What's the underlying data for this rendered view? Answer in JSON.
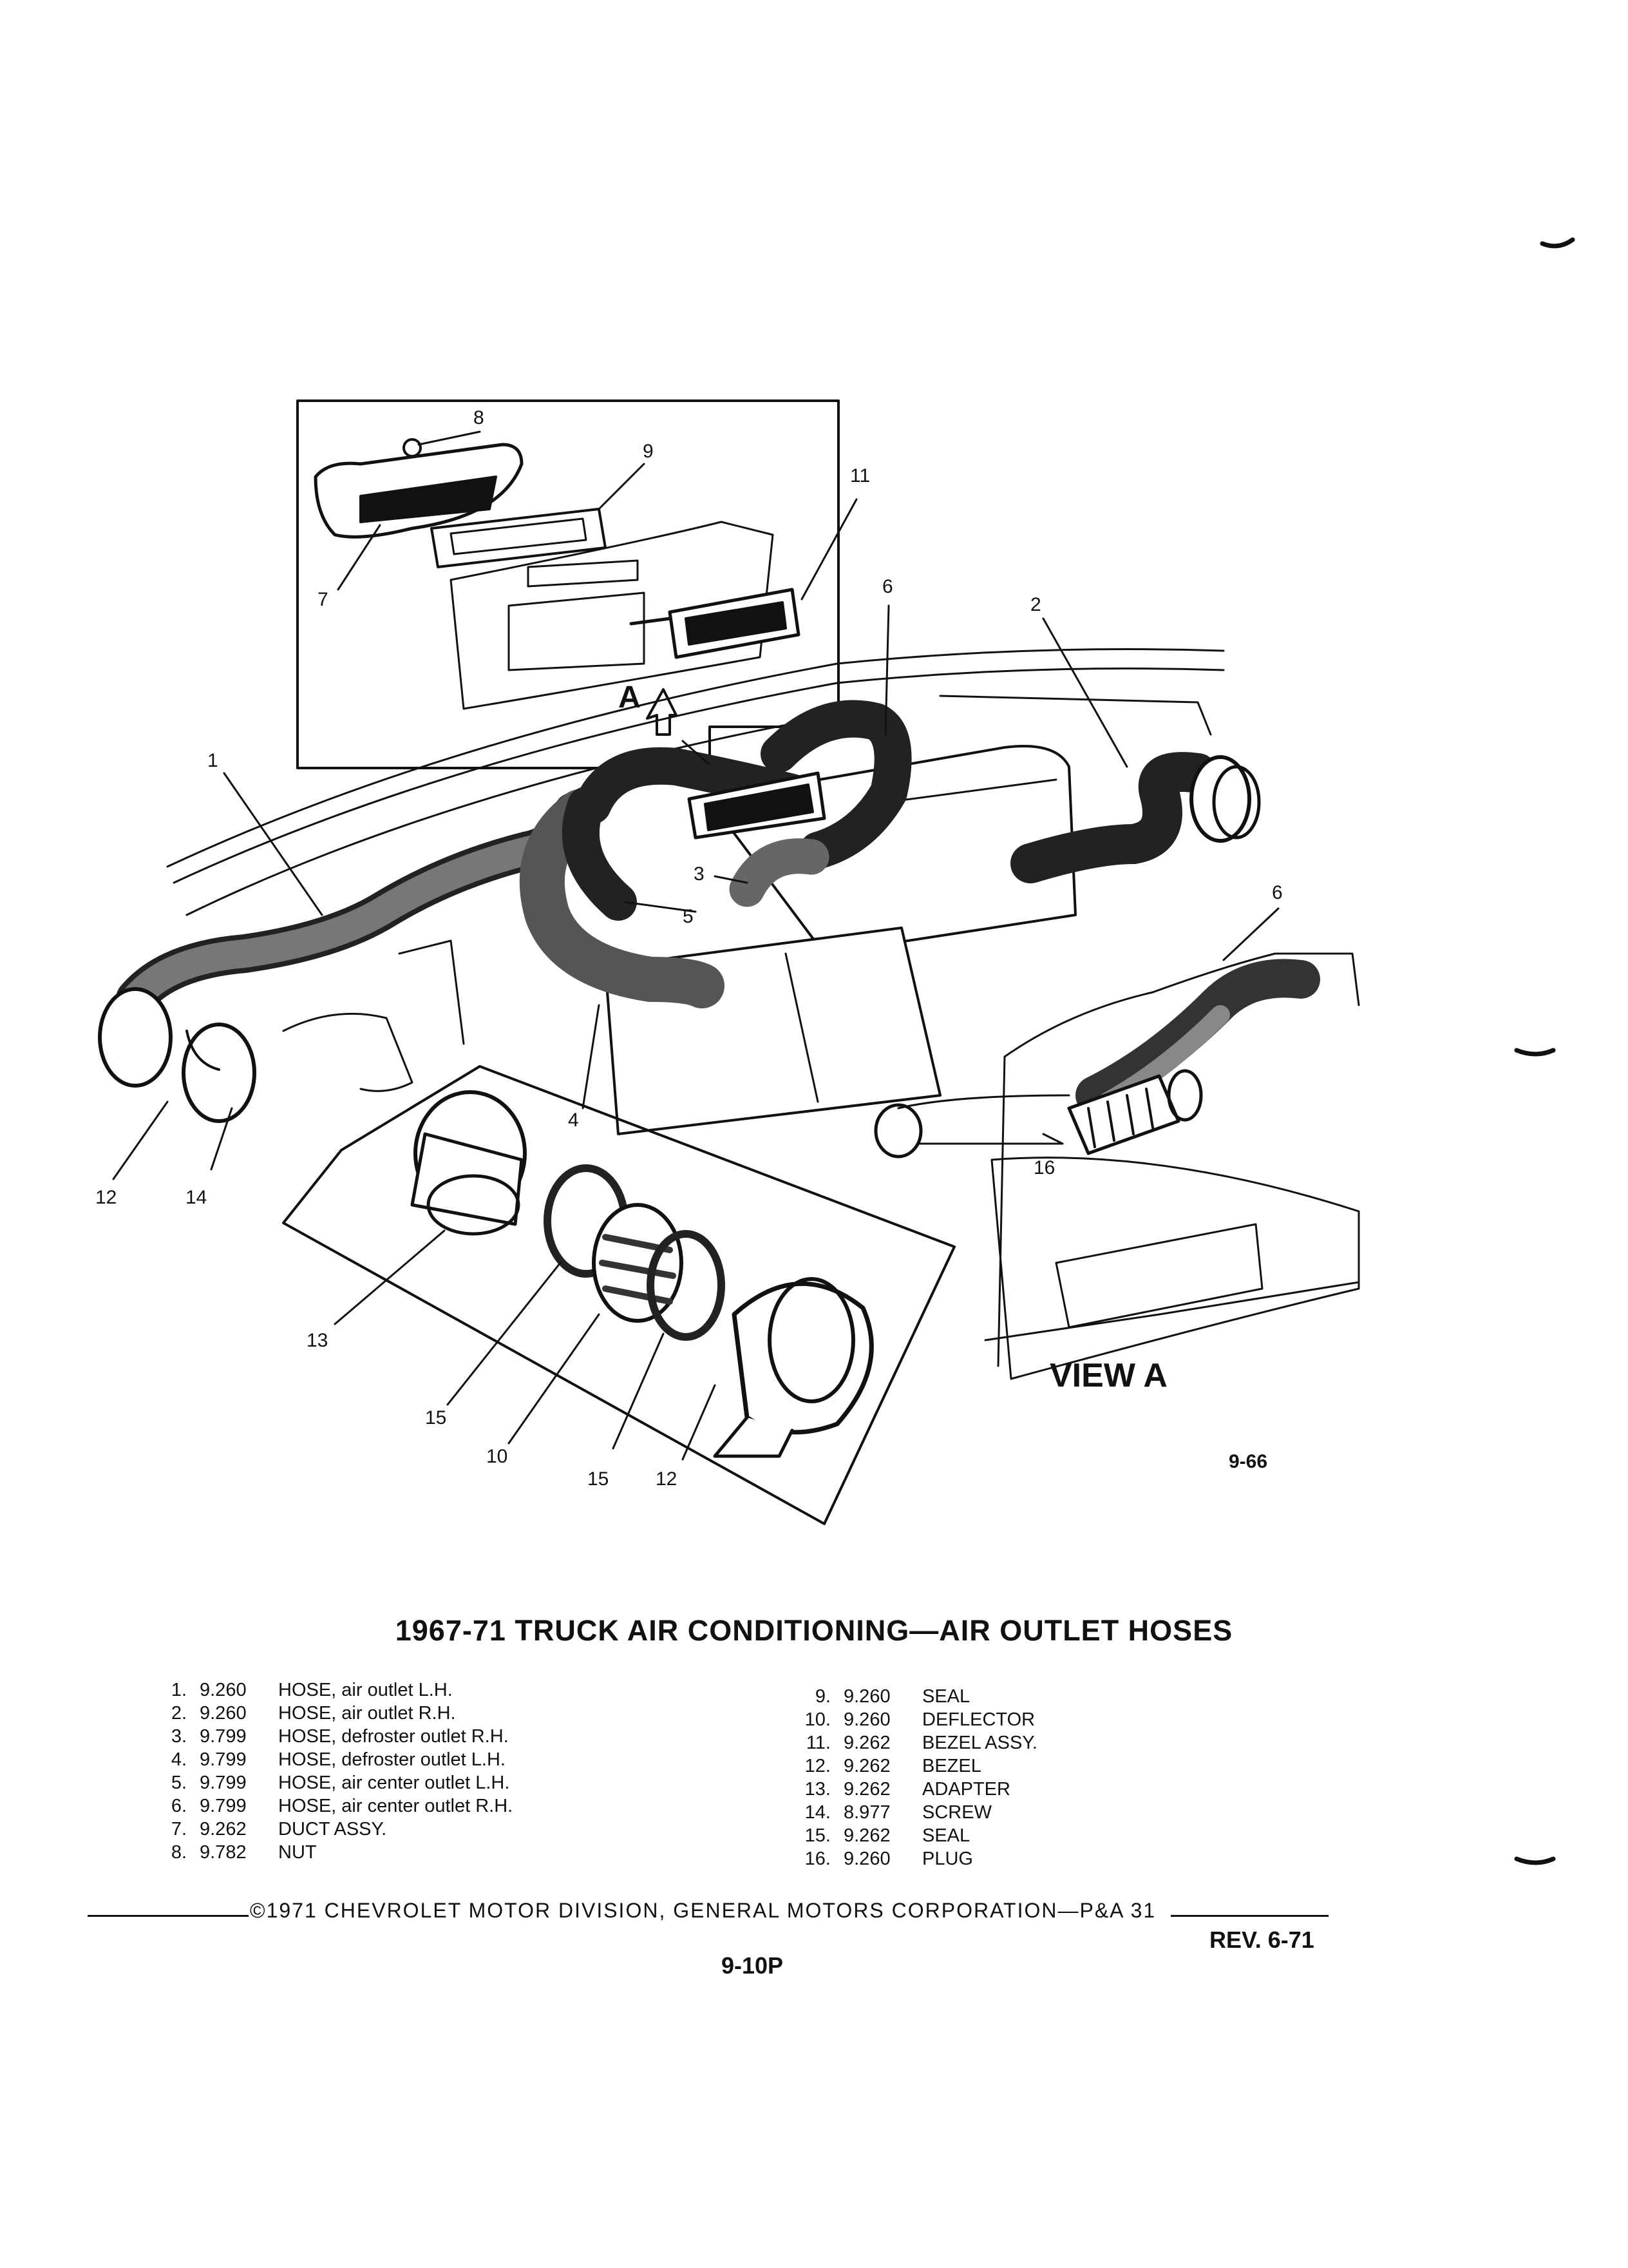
{
  "diagram": {
    "callouts": [
      "8",
      "9",
      "7",
      "11",
      "6",
      "2",
      "1",
      "3",
      "5",
      "4",
      "12",
      "14",
      "13",
      "15",
      "10",
      "15",
      "12",
      "6",
      "16"
    ],
    "view_label": "VIEW A",
    "arrow_label": "A",
    "figure_id": "9-66"
  },
  "title": "1967-71 TRUCK AIR CONDITIONING—AIR OUTLET HOSES",
  "parts_left": [
    {
      "num": "1.",
      "code": "9.260",
      "desc": "HOSE, air outlet L.H."
    },
    {
      "num": "2.",
      "code": "9.260",
      "desc": "HOSE, air outlet R.H."
    },
    {
      "num": "3.",
      "code": "9.799",
      "desc": "HOSE, defroster outlet R.H."
    },
    {
      "num": "4.",
      "code": "9.799",
      "desc": "HOSE, defroster outlet L.H."
    },
    {
      "num": "5.",
      "code": "9.799",
      "desc": "HOSE, air center outlet L.H."
    },
    {
      "num": "6.",
      "code": "9.799",
      "desc": "HOSE, air center outlet R.H."
    },
    {
      "num": "7.",
      "code": "9.262",
      "desc": "DUCT ASSY."
    },
    {
      "num": "8.",
      "code": "9.782",
      "desc": "NUT"
    }
  ],
  "parts_right": [
    {
      "num": "9.",
      "code": "9.260",
      "desc": "SEAL"
    },
    {
      "num": "10.",
      "code": "9.260",
      "desc": "DEFLECTOR"
    },
    {
      "num": "11.",
      "code": "9.262",
      "desc": "BEZEL ASSY."
    },
    {
      "num": "12.",
      "code": "9.262",
      "desc": "BEZEL"
    },
    {
      "num": "13.",
      "code": "9.262",
      "desc": "ADAPTER"
    },
    {
      "num": "14.",
      "code": "8.977",
      "desc": "SCREW"
    },
    {
      "num": "15.",
      "code": "9.262",
      "desc": "SEAL"
    },
    {
      "num": "16.",
      "code": "9.260",
      "desc": "PLUG"
    }
  ],
  "footer": {
    "copyright": "©1971 CHEVROLET MOTOR DIVISION, GENERAL MOTORS CORPORATION—P&A 31",
    "revision": "REV. 6-71",
    "page_number": "9-10P"
  }
}
